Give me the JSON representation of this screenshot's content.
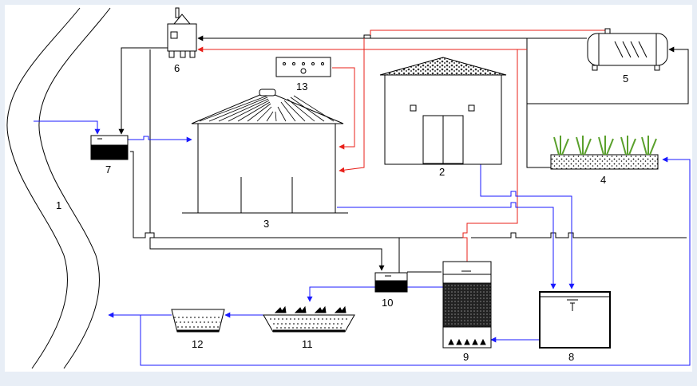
{
  "diagram": {
    "labels": {
      "n1": "1",
      "n2": "2",
      "n3": "3",
      "n4": "4",
      "n5": "5",
      "n6": "6",
      "n7": "7",
      "n8": "8",
      "n9": "9",
      "n10": "10",
      "n11": "11",
      "n12": "12",
      "n13": "13"
    },
    "colors": {
      "background": "#e8eef6",
      "panel": "#ffffff",
      "black_line": "#000000",
      "blue_line": "#1a1aff",
      "red_line": "#e8201a"
    }
  }
}
